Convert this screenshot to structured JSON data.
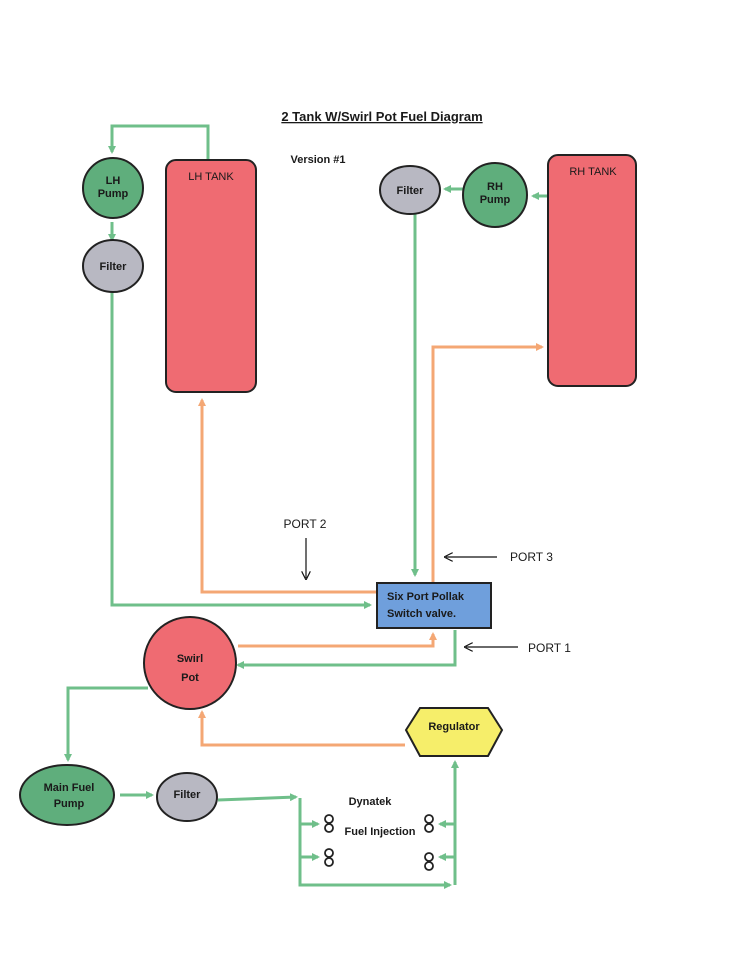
{
  "title": "2 Tank W/Swirl Pot Fuel Diagram",
  "version": "Version #1",
  "lh_pump": {
    "line1": "LH",
    "line2": "Pump"
  },
  "lh_filter": "Filter",
  "lh_tank": "LH TANK",
  "rh_filter": "Filter",
  "rh_pump": {
    "line1": "RH",
    "line2": "Pump"
  },
  "rh_tank": "RH TANK",
  "port2": "PORT 2",
  "port3": "PORT 3",
  "port1": "PORT 1",
  "valve": {
    "line1": "Six Port Pollak",
    "line2": "Switch valve."
  },
  "swirl_pot": {
    "line1": "Swirl",
    "line2": "Pot"
  },
  "regulator": "Regulator",
  "main_pump": {
    "line1": "Main Fuel",
    "line2": "Pump"
  },
  "main_filter": "Filter",
  "injection": {
    "line1": "Dynatek",
    "line2": "Fuel Injection"
  },
  "colors": {
    "tank": "#ef6b72",
    "pump": "#5fae7c",
    "filter": "#b8b8c2",
    "valve": "#6f9fdc",
    "regulator": "#f6ee6a",
    "fuel_line": "#6fbf8a",
    "return_line": "#f4a774"
  }
}
